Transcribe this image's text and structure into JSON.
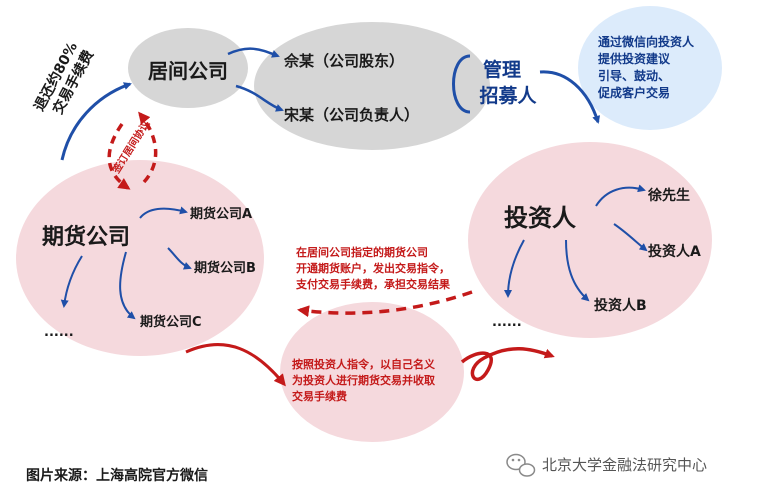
{
  "nodes": {
    "broker": "居间公司",
    "she": "佘某（公司股东）",
    "song": "宋某（公司负责人）",
    "manage_line1": "管理",
    "manage_line2": "招募人",
    "wechat_line1": "通过微信向投资人",
    "wechat_line2": "提供投资建议",
    "wechat_line3": "引导、鼓动、",
    "wechat_line4": "促成客户交易",
    "futures": "期货公司",
    "futures_a": "期货公司A",
    "futures_b": "期货公司B",
    "futures_c": "期货公司C",
    "futures_more": "......",
    "investors": "投资人",
    "xu": "徐先生",
    "investor_a": "投资人A",
    "investor_b": "投资人B",
    "investors_more": "......"
  },
  "labels": {
    "rebate_line1": "退还约80%",
    "rebate_line2": "交易手续费",
    "agreement": "签订居间协议",
    "middle_line1": "在居间公司指定的期货公司",
    "middle_line2": "开通期货账户，发出交易指令，",
    "middle_line3": "支付交易手续费，承担交易结果",
    "bottom_line1": "按照投资人指令，以自己名义",
    "bottom_line2": "为投资人进行期货交易并收取",
    "bottom_line3": "交易手续费"
  },
  "footer": {
    "source": "图片来源：上海高院官方微信",
    "watermark": "北京大学金融法研究中心"
  },
  "colors": {
    "gray_bubble": "#d6d6d6",
    "pink_bubble": "#f5d9dd",
    "blue_bubble": "#dcebfb",
    "blue_text": "#123a8a",
    "red": "#c41a1a",
    "arrow_blue": "#1f4fa8"
  }
}
